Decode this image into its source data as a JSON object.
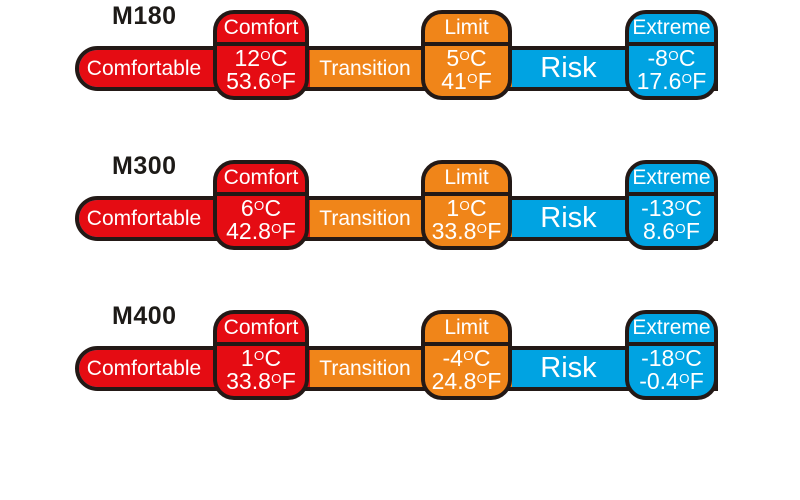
{
  "colors": {
    "comfortable_red": "#e50c13",
    "transition_orange": "#f08519",
    "risk_blue": "#00a3e2",
    "outline_black": "#231916",
    "text_white": "#ffffff"
  },
  "rows": [
    {
      "model": "M180",
      "zones": {
        "comfortable": "Comfortable",
        "transition": "Transition",
        "risk": "Risk"
      },
      "nodes": [
        {
          "title": "Comfort",
          "celsius": "12°C",
          "fahrenheit": "53.6°F"
        },
        {
          "title": "Limit",
          "celsius": "5°C",
          "fahrenheit": "41°F"
        },
        {
          "title": "Extreme",
          "celsius": "-8°C",
          "fahrenheit": "17.6°F"
        }
      ]
    },
    {
      "model": "M300",
      "zones": {
        "comfortable": "Comfortable",
        "transition": "Transition",
        "risk": "Risk"
      },
      "nodes": [
        {
          "title": "Comfort",
          "celsius": "6°C",
          "fahrenheit": "42.8°F"
        },
        {
          "title": "Limit",
          "celsius": "1°C",
          "fahrenheit": "33.8°F"
        },
        {
          "title": "Extreme",
          "celsius": "-13°C",
          "fahrenheit": "8.6°F"
        }
      ]
    },
    {
      "model": "M400",
      "zones": {
        "comfortable": "Comfortable",
        "transition": "Transition",
        "risk": "Risk"
      },
      "nodes": [
        {
          "title": "Comfort",
          "celsius": "1°C",
          "fahrenheit": "33.8°F"
        },
        {
          "title": "Limit",
          "celsius": "-4°C",
          "fahrenheit": "24.8°F"
        },
        {
          "title": "Extreme",
          "celsius": "-18°C",
          "fahrenheit": "-0.4°F"
        }
      ]
    }
  ]
}
